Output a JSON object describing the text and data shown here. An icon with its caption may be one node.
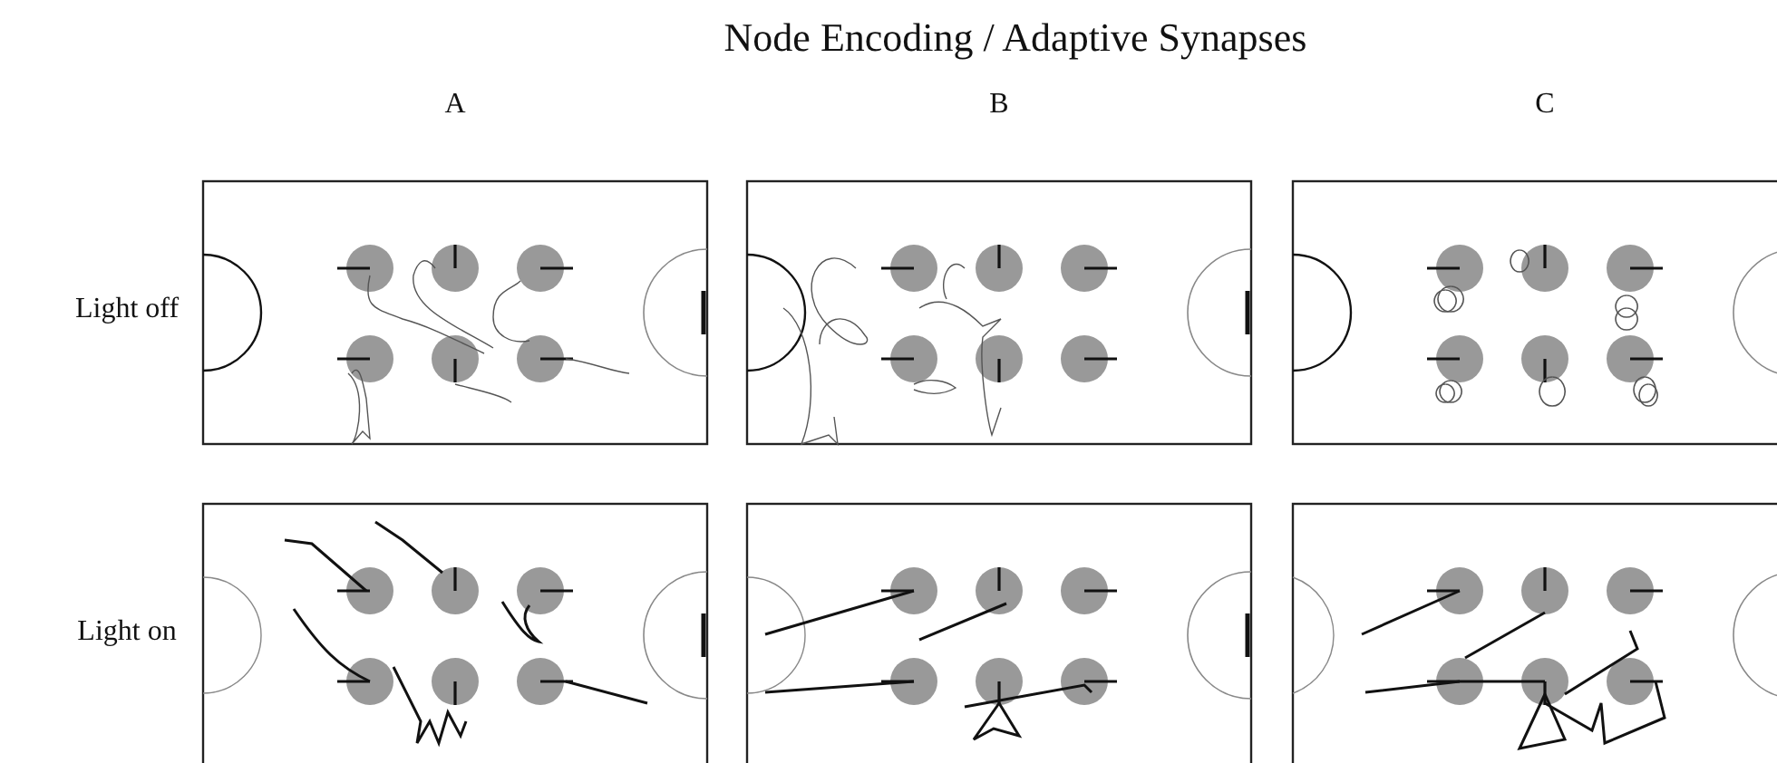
{
  "diagram": {
    "title": "Node Encoding / Adaptive Synapses",
    "labels": [
      "A",
      "B",
      "C",
      "Light off",
      "Light on"
    ]
  }
}
